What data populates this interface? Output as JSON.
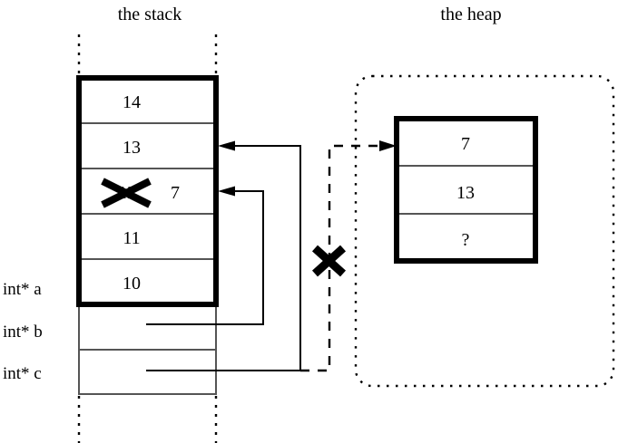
{
  "diagram": {
    "title_stack": "the stack",
    "title_heap": "the heap",
    "stack": {
      "frame_cells": [
        {
          "value": "14",
          "struck": false
        },
        {
          "value": "13",
          "struck": false
        },
        {
          "value": "12",
          "struck": true,
          "replacement": "7"
        },
        {
          "value": "11",
          "struck": false
        },
        {
          "value": "10",
          "struck": false
        }
      ],
      "pointer_cells": [
        {
          "label": "int* b",
          "value": ""
        },
        {
          "label": "int* c",
          "value": ""
        }
      ],
      "labels": [
        {
          "name": "int* a"
        },
        {
          "name": "int* b"
        },
        {
          "name": "int* c"
        }
      ]
    },
    "heap": {
      "cells": [
        {
          "value": "7"
        },
        {
          "value": "13"
        },
        {
          "value": "?"
        }
      ]
    },
    "marks": {
      "invalid_pointer_mark": "X",
      "overwritten_value_mark": "X"
    },
    "colors": {
      "ink": "#000000",
      "background": "#ffffff",
      "thin_rule": "#555555"
    }
  }
}
